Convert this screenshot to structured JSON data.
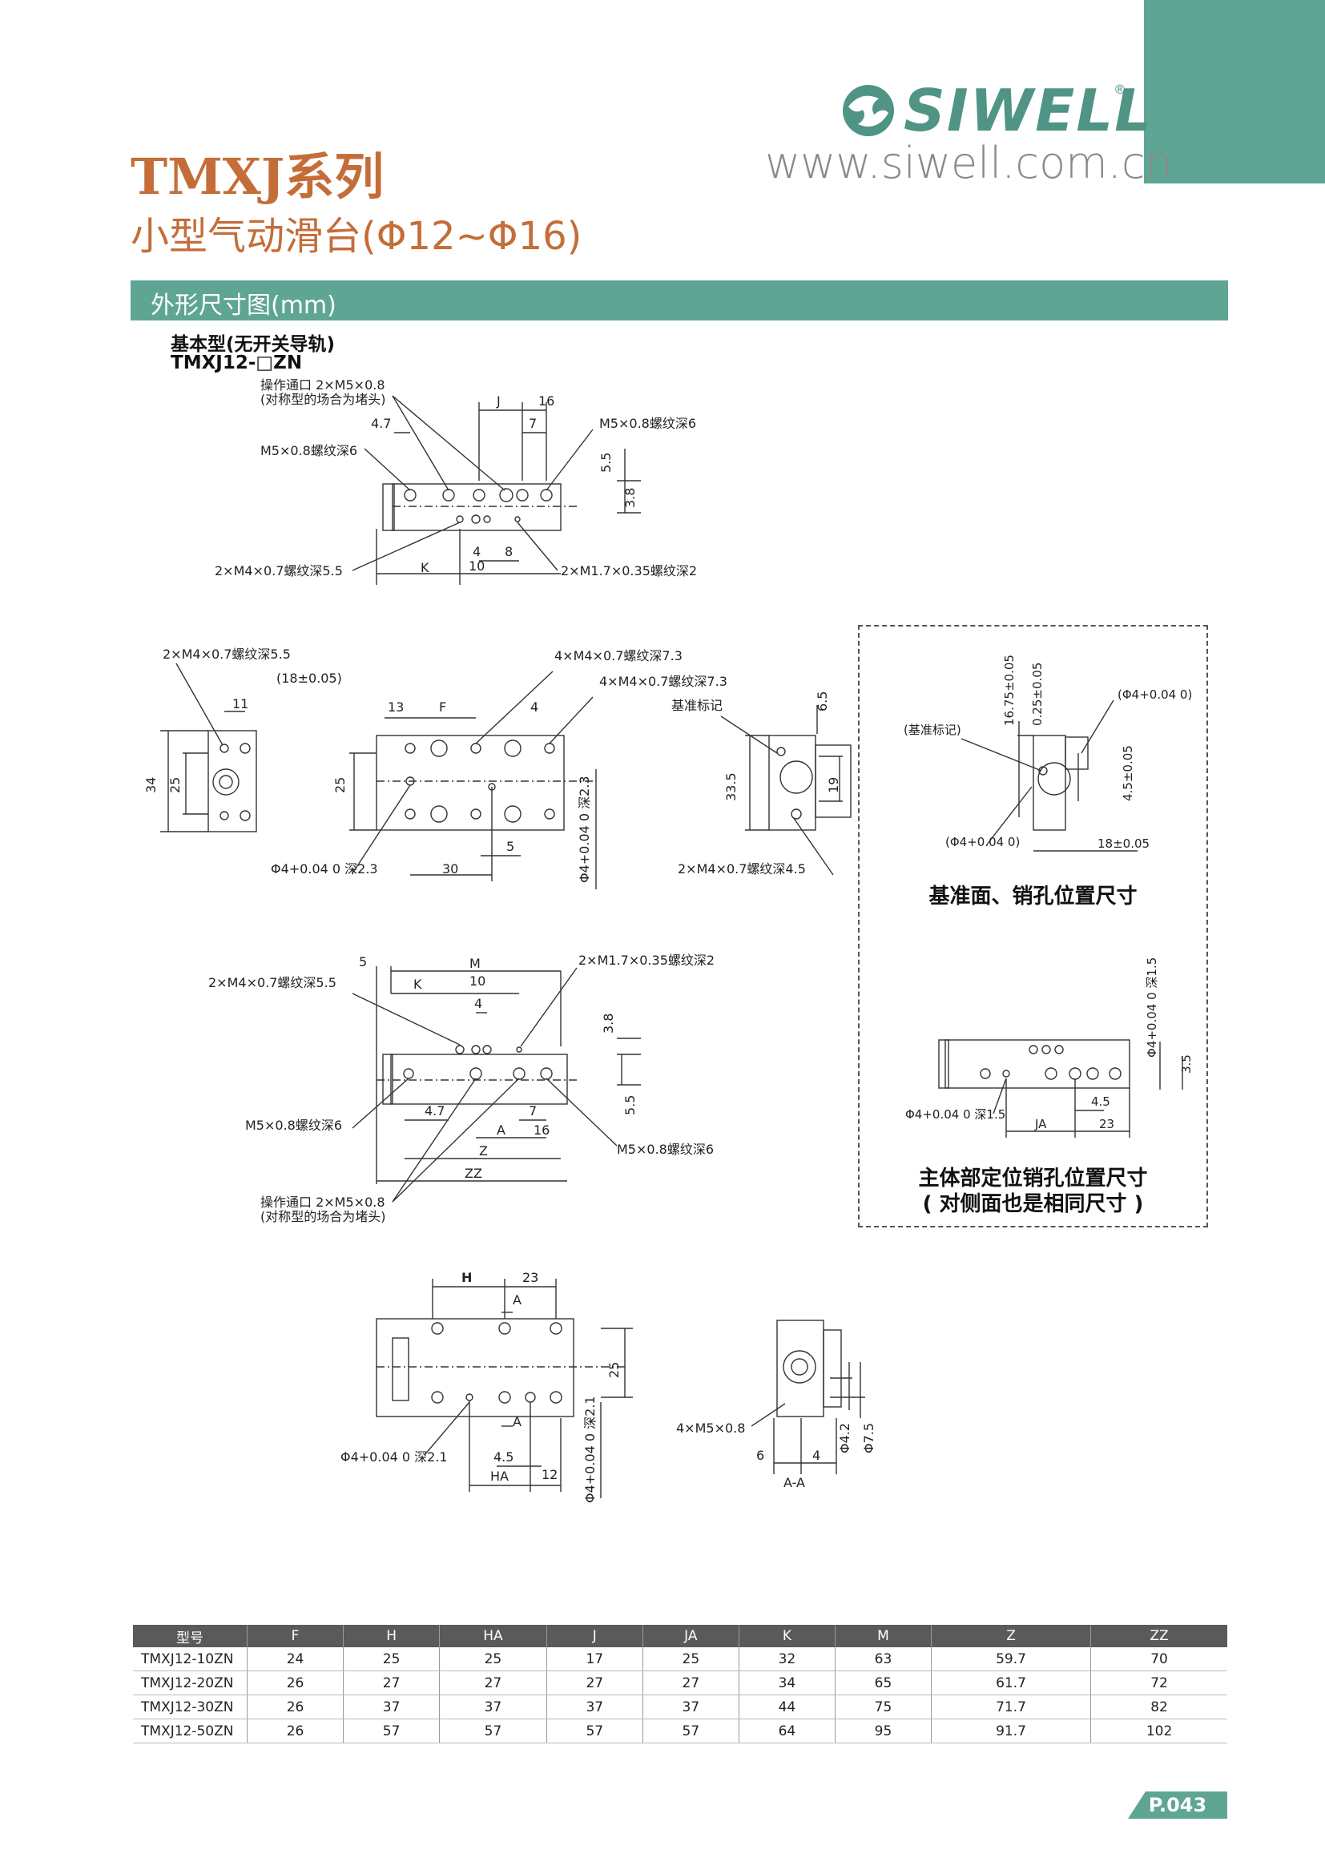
{
  "brand": {
    "name": "SIWELL",
    "registered": "®",
    "url": "www.siwell.com.cn",
    "color": "#5fa594"
  },
  "header": {
    "series_title": "TMXJ系列",
    "subtitle": "小型气动滑台(Φ12~Φ16)",
    "title_color": "#c46d38"
  },
  "section_bar": {
    "label": "外形尺寸图(mm)"
  },
  "drawing": {
    "type_title": "基本型(无开关导轨)",
    "model": "TMXJ12-□ZN",
    "top_view": {
      "note_port": "操作通口 2×M5×0.8",
      "note_port_sub": "(对称型的场合为堵头)",
      "dim_J": "J",
      "dim_16": "16",
      "dim_4_7": "4.7",
      "dim_7": "7",
      "note_m5_right": "M5×0.8螺纹深6",
      "note_m5_left": "M5×0.8螺纹深6",
      "dim_5_5": "5.5",
      "dim_3_8": "3.8",
      "dim_4": "4",
      "dim_8": "8",
      "dim_10": "10",
      "dim_K": "K",
      "note_m4": "2×M4×0.7螺纹深5.5",
      "note_m1_7": "2×M1.7×0.35螺纹深2"
    },
    "mid_views": {
      "note_m4_55": "2×M4×0.7螺纹深5.5",
      "dim_18": "(18±0.05)",
      "dim_11": "11",
      "dim_34": "34",
      "dim_25": "25",
      "dim_13": "13",
      "dim_F": "F",
      "dim_4": "4",
      "note_4m4_a": "4×M4×0.7螺纹深7.3",
      "note_4m4_b": "4×M4×0.7螺纹深7.3",
      "dim_25b": "25",
      "dim_30": "30",
      "dim_5": "5",
      "note_phi4_23": "Φ4+0.04 0 深2.3",
      "note_phi4_23v": "Φ4+0.04 0 深2.3",
      "note_ref": "基准标记",
      "dim_6_5": "6.5",
      "dim_33_5": "33.5",
      "dim_19": "19",
      "note_m4_45": "2×M4×0.7螺纹深4.5"
    },
    "ref_box": {
      "dim_16_75": "16.75±0.05",
      "dim_0_25": "0.25±0.05",
      "note_phi4_a": "(Φ4+0.04 0)",
      "note_ref": "(基准标记)",
      "dim_4_5": "4.5±0.05",
      "note_phi4_b": "(Φ4+0.04 0)",
      "dim_18": "18±0.05",
      "title_ref": "基准面、销孔位置尺寸",
      "note_phi4_15v": "Φ4+0.04 0 深1.5",
      "dim_3_5": "3.5",
      "note_phi4_15": "Φ4+0.04 0 深1.5",
      "dim_4_5b": "4.5",
      "dim_JA": "JA",
      "dim_23": "23",
      "title_body_1": "主体部定位销孔位置尺寸",
      "title_body_2": "( 对侧面也是相同尺寸 )"
    },
    "bottom_view": {
      "dim_5": "5",
      "dim_M": "M",
      "note_m1_7": "2×M1.7×0.35螺纹深2",
      "note_m4": "2×M4×0.7螺纹深5.5",
      "dim_K": "K",
      "dim_10": "10",
      "dim_4": "4",
      "dim_3_8": "3.8",
      "note_m5_left": "M5×0.8螺纹深6",
      "dim_4_7": "4.7",
      "dim_7": "7",
      "dim_A": "A",
      "dim_16": "16",
      "dim_5_5": "5.5",
      "dim_Z": "Z",
      "dim_ZZ": "ZZ",
      "note_m5_right": "M5×0.8螺纹深6",
      "note_port": "操作通口 2×M5×0.8",
      "note_port_sub": "(对称型的场合为堵头)"
    },
    "section_view": {
      "dim_H": "H",
      "dim_23": "23",
      "dim_A": "A",
      "dim_A2": "A",
      "dim_25": "25",
      "note_phi4_21": "Φ4+0.04 0 深2.1",
      "note_phi4_21v": "Φ4+0.04 0 深2.1",
      "dim_4_5": "4.5",
      "dim_HA": "HA",
      "dim_12": "12",
      "note_4m5": "4×M5×0.8",
      "dim_6": "6",
      "dim_4": "4",
      "dim_phi4_2": "Φ4.2",
      "dim_phi7_5": "Φ7.5",
      "label_AA": "A-A"
    }
  },
  "table": {
    "headers": [
      "型号",
      "F",
      "H",
      "HA",
      "J",
      "JA",
      "K",
      "M",
      "Z",
      "ZZ"
    ],
    "rows": [
      [
        "TMXJ12-10ZN",
        "24",
        "25",
        "25",
        "17",
        "25",
        "32",
        "63",
        "59.7",
        "70"
      ],
      [
        "TMXJ12-20ZN",
        "26",
        "27",
        "27",
        "27",
        "27",
        "34",
        "65",
        "61.7",
        "72"
      ],
      [
        "TMXJ12-30ZN",
        "26",
        "37",
        "37",
        "37",
        "37",
        "44",
        "75",
        "71.7",
        "82"
      ],
      [
        "TMXJ12-50ZN",
        "26",
        "57",
        "57",
        "57",
        "57",
        "64",
        "95",
        "91.7",
        "102"
      ]
    ]
  },
  "page": {
    "number": "P.043"
  }
}
